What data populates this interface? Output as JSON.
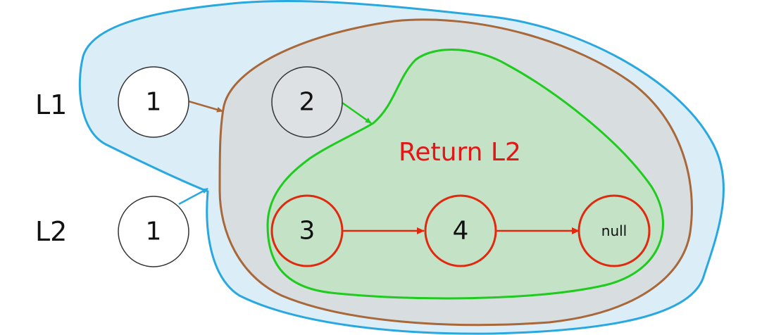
{
  "labels": {
    "l1": "L1",
    "l2": "L2",
    "return_text": "Return L2"
  },
  "nodes": {
    "l1_node1": "1",
    "l1_node2": "2",
    "l2_node1": "1",
    "node3": "3",
    "node4": "4",
    "node_null": "null"
  },
  "colors": {
    "blue_region": "#29a8e0",
    "blue_fill": "#dbeef8",
    "brown_region": "#a8683a",
    "gray_fill": "#d8dde0",
    "green_region": "#1ecb1e",
    "green_fill": "#c4e2c6",
    "red_node": "#e02a10",
    "return_text": "#e01818"
  }
}
